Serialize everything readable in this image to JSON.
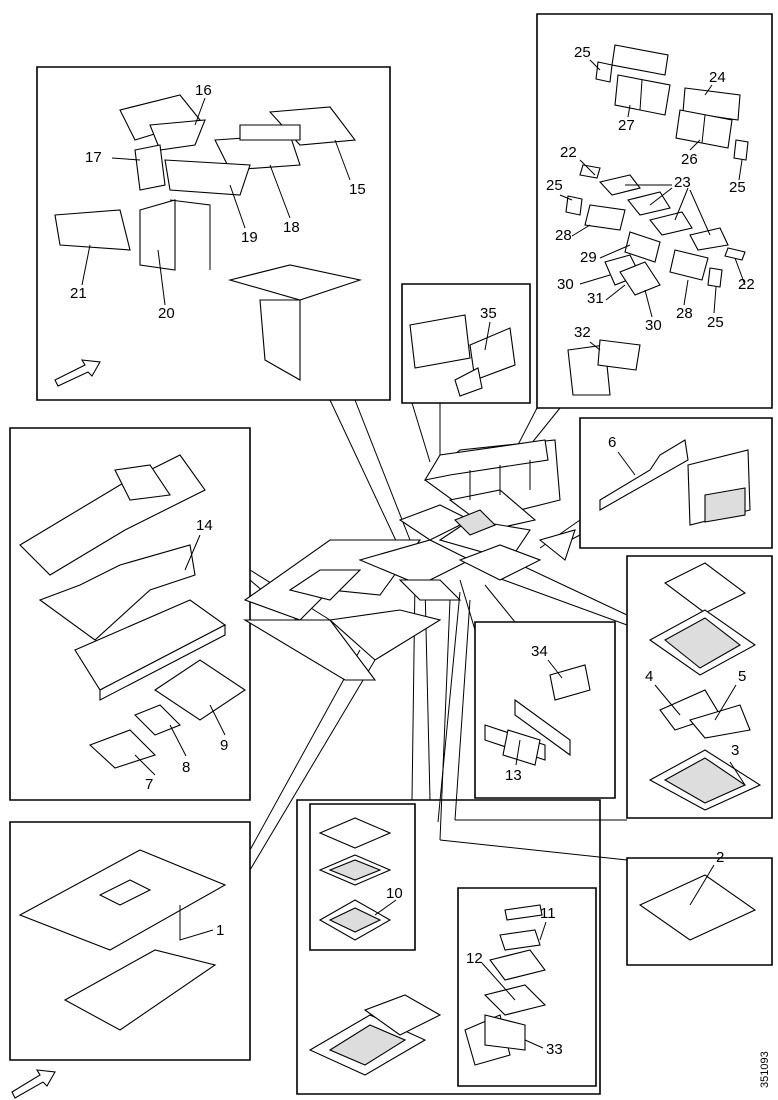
{
  "figure": {
    "document_number": "351093",
    "callouts": [
      {
        "id": "c1",
        "text": "1"
      },
      {
        "id": "c2",
        "text": "2"
      },
      {
        "id": "c3",
        "text": "3"
      },
      {
        "id": "c4",
        "text": "4"
      },
      {
        "id": "c5",
        "text": "5"
      },
      {
        "id": "c6",
        "text": "6"
      },
      {
        "id": "c7",
        "text": "7"
      },
      {
        "id": "c8",
        "text": "8"
      },
      {
        "id": "c9",
        "text": "9"
      },
      {
        "id": "c10",
        "text": "10"
      },
      {
        "id": "c11",
        "text": "11"
      },
      {
        "id": "c12",
        "text": "12"
      },
      {
        "id": "c13",
        "text": "13"
      },
      {
        "id": "c14",
        "text": "14"
      },
      {
        "id": "c15",
        "text": "15"
      },
      {
        "id": "c16",
        "text": "16"
      },
      {
        "id": "c17",
        "text": "17"
      },
      {
        "id": "c18",
        "text": "18"
      },
      {
        "id": "c19",
        "text": "19"
      },
      {
        "id": "c20",
        "text": "20"
      },
      {
        "id": "c21",
        "text": "21"
      },
      {
        "id": "c22a",
        "text": "22"
      },
      {
        "id": "c22b",
        "text": "22"
      },
      {
        "id": "c23",
        "text": "23"
      },
      {
        "id": "c24",
        "text": "24"
      },
      {
        "id": "c25a",
        "text": "25"
      },
      {
        "id": "c25b",
        "text": "25"
      },
      {
        "id": "c25c",
        "text": "25"
      },
      {
        "id": "c25d",
        "text": "25"
      },
      {
        "id": "c26",
        "text": "26"
      },
      {
        "id": "c27",
        "text": "27"
      },
      {
        "id": "c28a",
        "text": "28"
      },
      {
        "id": "c28b",
        "text": "28"
      },
      {
        "id": "c29",
        "text": "29"
      },
      {
        "id": "c30a",
        "text": "30"
      },
      {
        "id": "c30b",
        "text": "30"
      },
      {
        "id": "c31",
        "text": "31"
      },
      {
        "id": "c32",
        "text": "32"
      },
      {
        "id": "c33",
        "text": "33"
      },
      {
        "id": "c34",
        "text": "34"
      },
      {
        "id": "c35",
        "text": "35"
      }
    ]
  }
}
